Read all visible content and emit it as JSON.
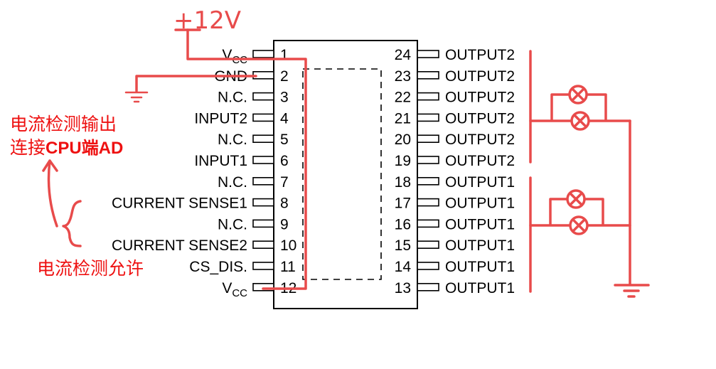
{
  "supply_label": "+12V",
  "ic": {
    "left_pins": [
      {
        "num": "1",
        "label": "V",
        "sub": "CC"
      },
      {
        "num": "2",
        "label": "GND",
        "sub": ""
      },
      {
        "num": "3",
        "label": "N.C.",
        "sub": ""
      },
      {
        "num": "4",
        "label": "INPUT2",
        "sub": ""
      },
      {
        "num": "5",
        "label": "N.C.",
        "sub": ""
      },
      {
        "num": "6",
        "label": "INPUT1",
        "sub": ""
      },
      {
        "num": "7",
        "label": "N.C.",
        "sub": ""
      },
      {
        "num": "8",
        "label": "CURRENT SENSE1",
        "sub": ""
      },
      {
        "num": "9",
        "label": "N.C.",
        "sub": ""
      },
      {
        "num": "10",
        "label": "CURRENT SENSE2",
        "sub": ""
      },
      {
        "num": "11",
        "label": "CS_DIS.",
        "sub": ""
      },
      {
        "num": "12",
        "label": "V",
        "sub": "CC"
      }
    ],
    "right_pins": [
      {
        "num": "24",
        "label": "OUTPUT2"
      },
      {
        "num": "23",
        "label": "OUTPUT2"
      },
      {
        "num": "22",
        "label": "OUTPUT2"
      },
      {
        "num": "21",
        "label": "OUTPUT2"
      },
      {
        "num": "20",
        "label": "OUTPUT2"
      },
      {
        "num": "19",
        "label": "OUTPUT2"
      },
      {
        "num": "18",
        "label": "OUTPUT1"
      },
      {
        "num": "17",
        "label": "OUTPUT1"
      },
      {
        "num": "16",
        "label": "OUTPUT1"
      },
      {
        "num": "15",
        "label": "OUTPUT1"
      },
      {
        "num": "14",
        "label": "OUTPUT1"
      },
      {
        "num": "13",
        "label": "OUTPUT1"
      }
    ]
  },
  "annotations": {
    "cs_output_line1": "电流检测输出",
    "cs_output_line2_cn": "连接",
    "cs_output_line2_bold": "CPU端AD",
    "cs_enable": "电流检测允许"
  },
  "colors": {
    "annotation_red": "#ee1111",
    "wire_red": "#e84b4b"
  }
}
